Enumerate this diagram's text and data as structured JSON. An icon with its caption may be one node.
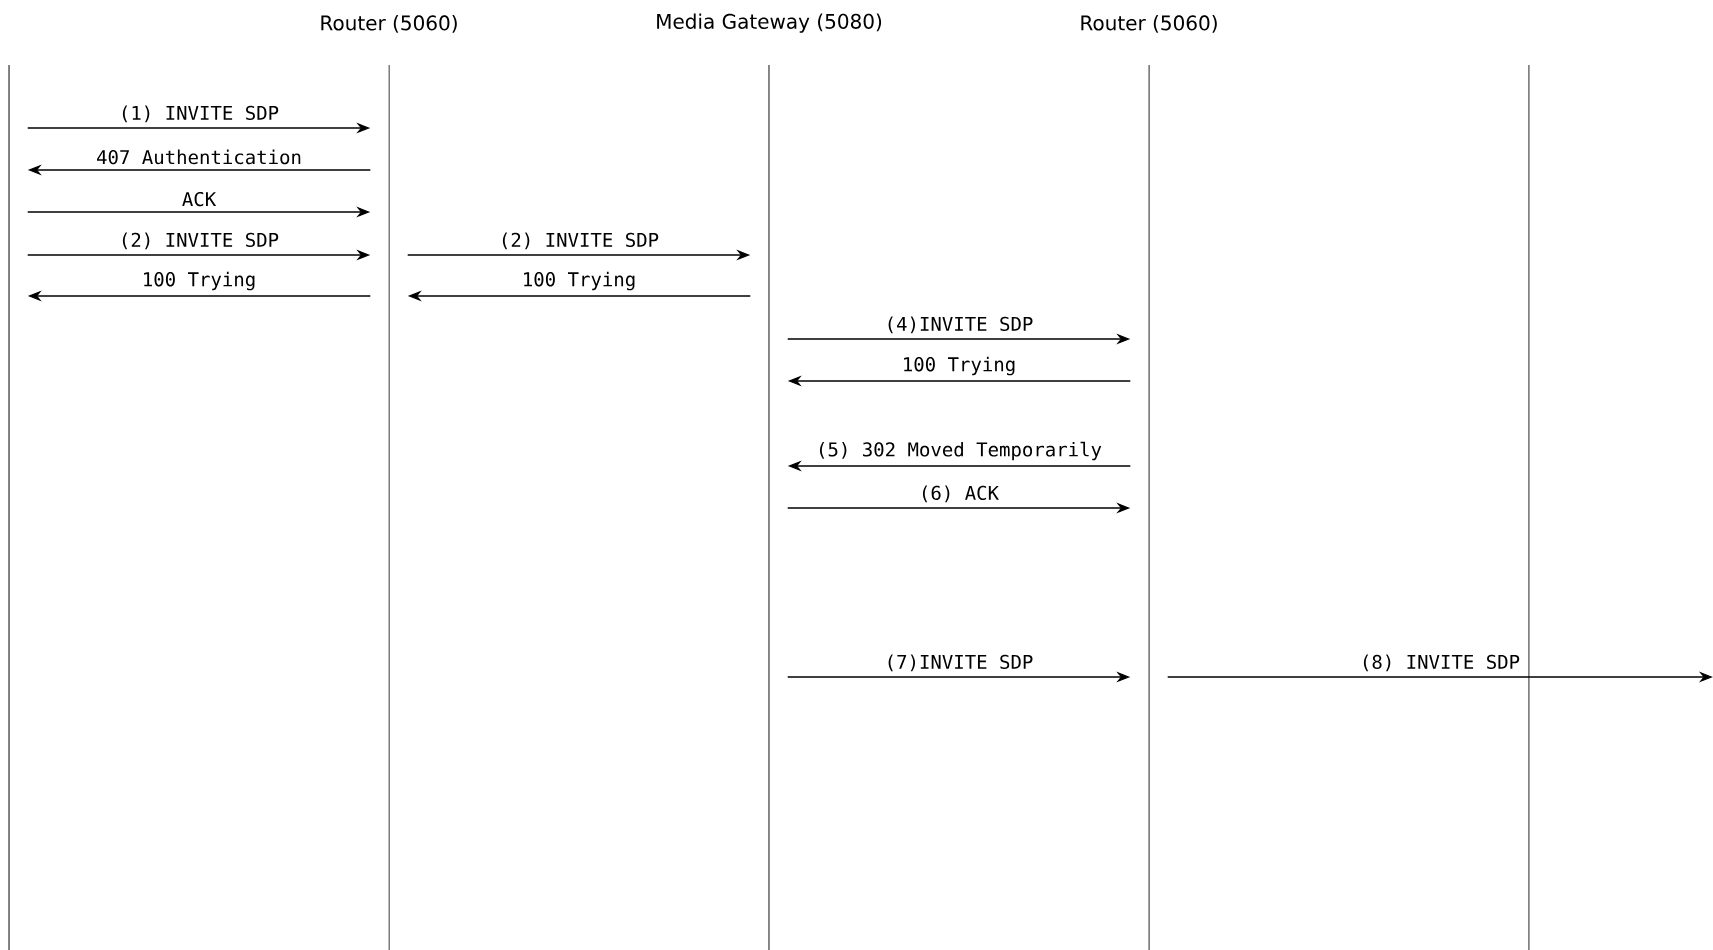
{
  "diagram": {
    "nodes": [
      {
        "text": [],
        "shape": "bar"
      },
      {
        "text": [
          "Router (5060)"
        ]
      },
      {
        "text": [
          "Media Gateway (5080)"
        ]
      },
      {
        "text": [
          "Router (5060)"
        ]
      },
      {
        "text": [],
        "shape": "bar"
      }
    ],
    "edges": [
      {
        "from": 0,
        "to": 1,
        "arrow": "to",
        "label": "(1) INVITE SDP"
      },
      {
        "from": 1,
        "to": 0,
        "arrow": "to",
        "label": "407 Authentication"
      },
      {
        "from": 0,
        "to": 1,
        "arrow": "to",
        "label": "ACK"
      },
      {
        "from": 0,
        "to": 1,
        "arrow": "to",
        "label": "(2) INVITE SDP"
      },
      {
        "from": 1,
        "to": 0,
        "arrow": "to",
        "label": "100 Trying"
      },
      {
        "from": 1,
        "to": 2,
        "arrow": "to",
        "label": "(2) INVITE SDP"
      },
      {
        "from": 2,
        "to": 1,
        "arrow": "to",
        "label": "100 Trying"
      },
      {
        "from": 2,
        "to": 3,
        "arrow": "to",
        "label": "(4)INVITE SDP"
      },
      {
        "from": 3,
        "to": 2,
        "arrow": "to",
        "label": "100 Trying"
      },
      {
        "from": 3,
        "to": 2,
        "arrow": "to",
        "label": "(5) 302 Moved Temporarily"
      },
      {
        "from": 2,
        "to": 3,
        "arrow": "to",
        "label": "(6) ACK"
      },
      {
        "from": 2,
        "to": 3,
        "arrow": "to",
        "label": "(7)INVITE SDP"
      },
      {
        "from": 3,
        "to": null,
        "arrow": "to",
        "label": "(8) INVITE SDP"
      }
    ]
  }
}
